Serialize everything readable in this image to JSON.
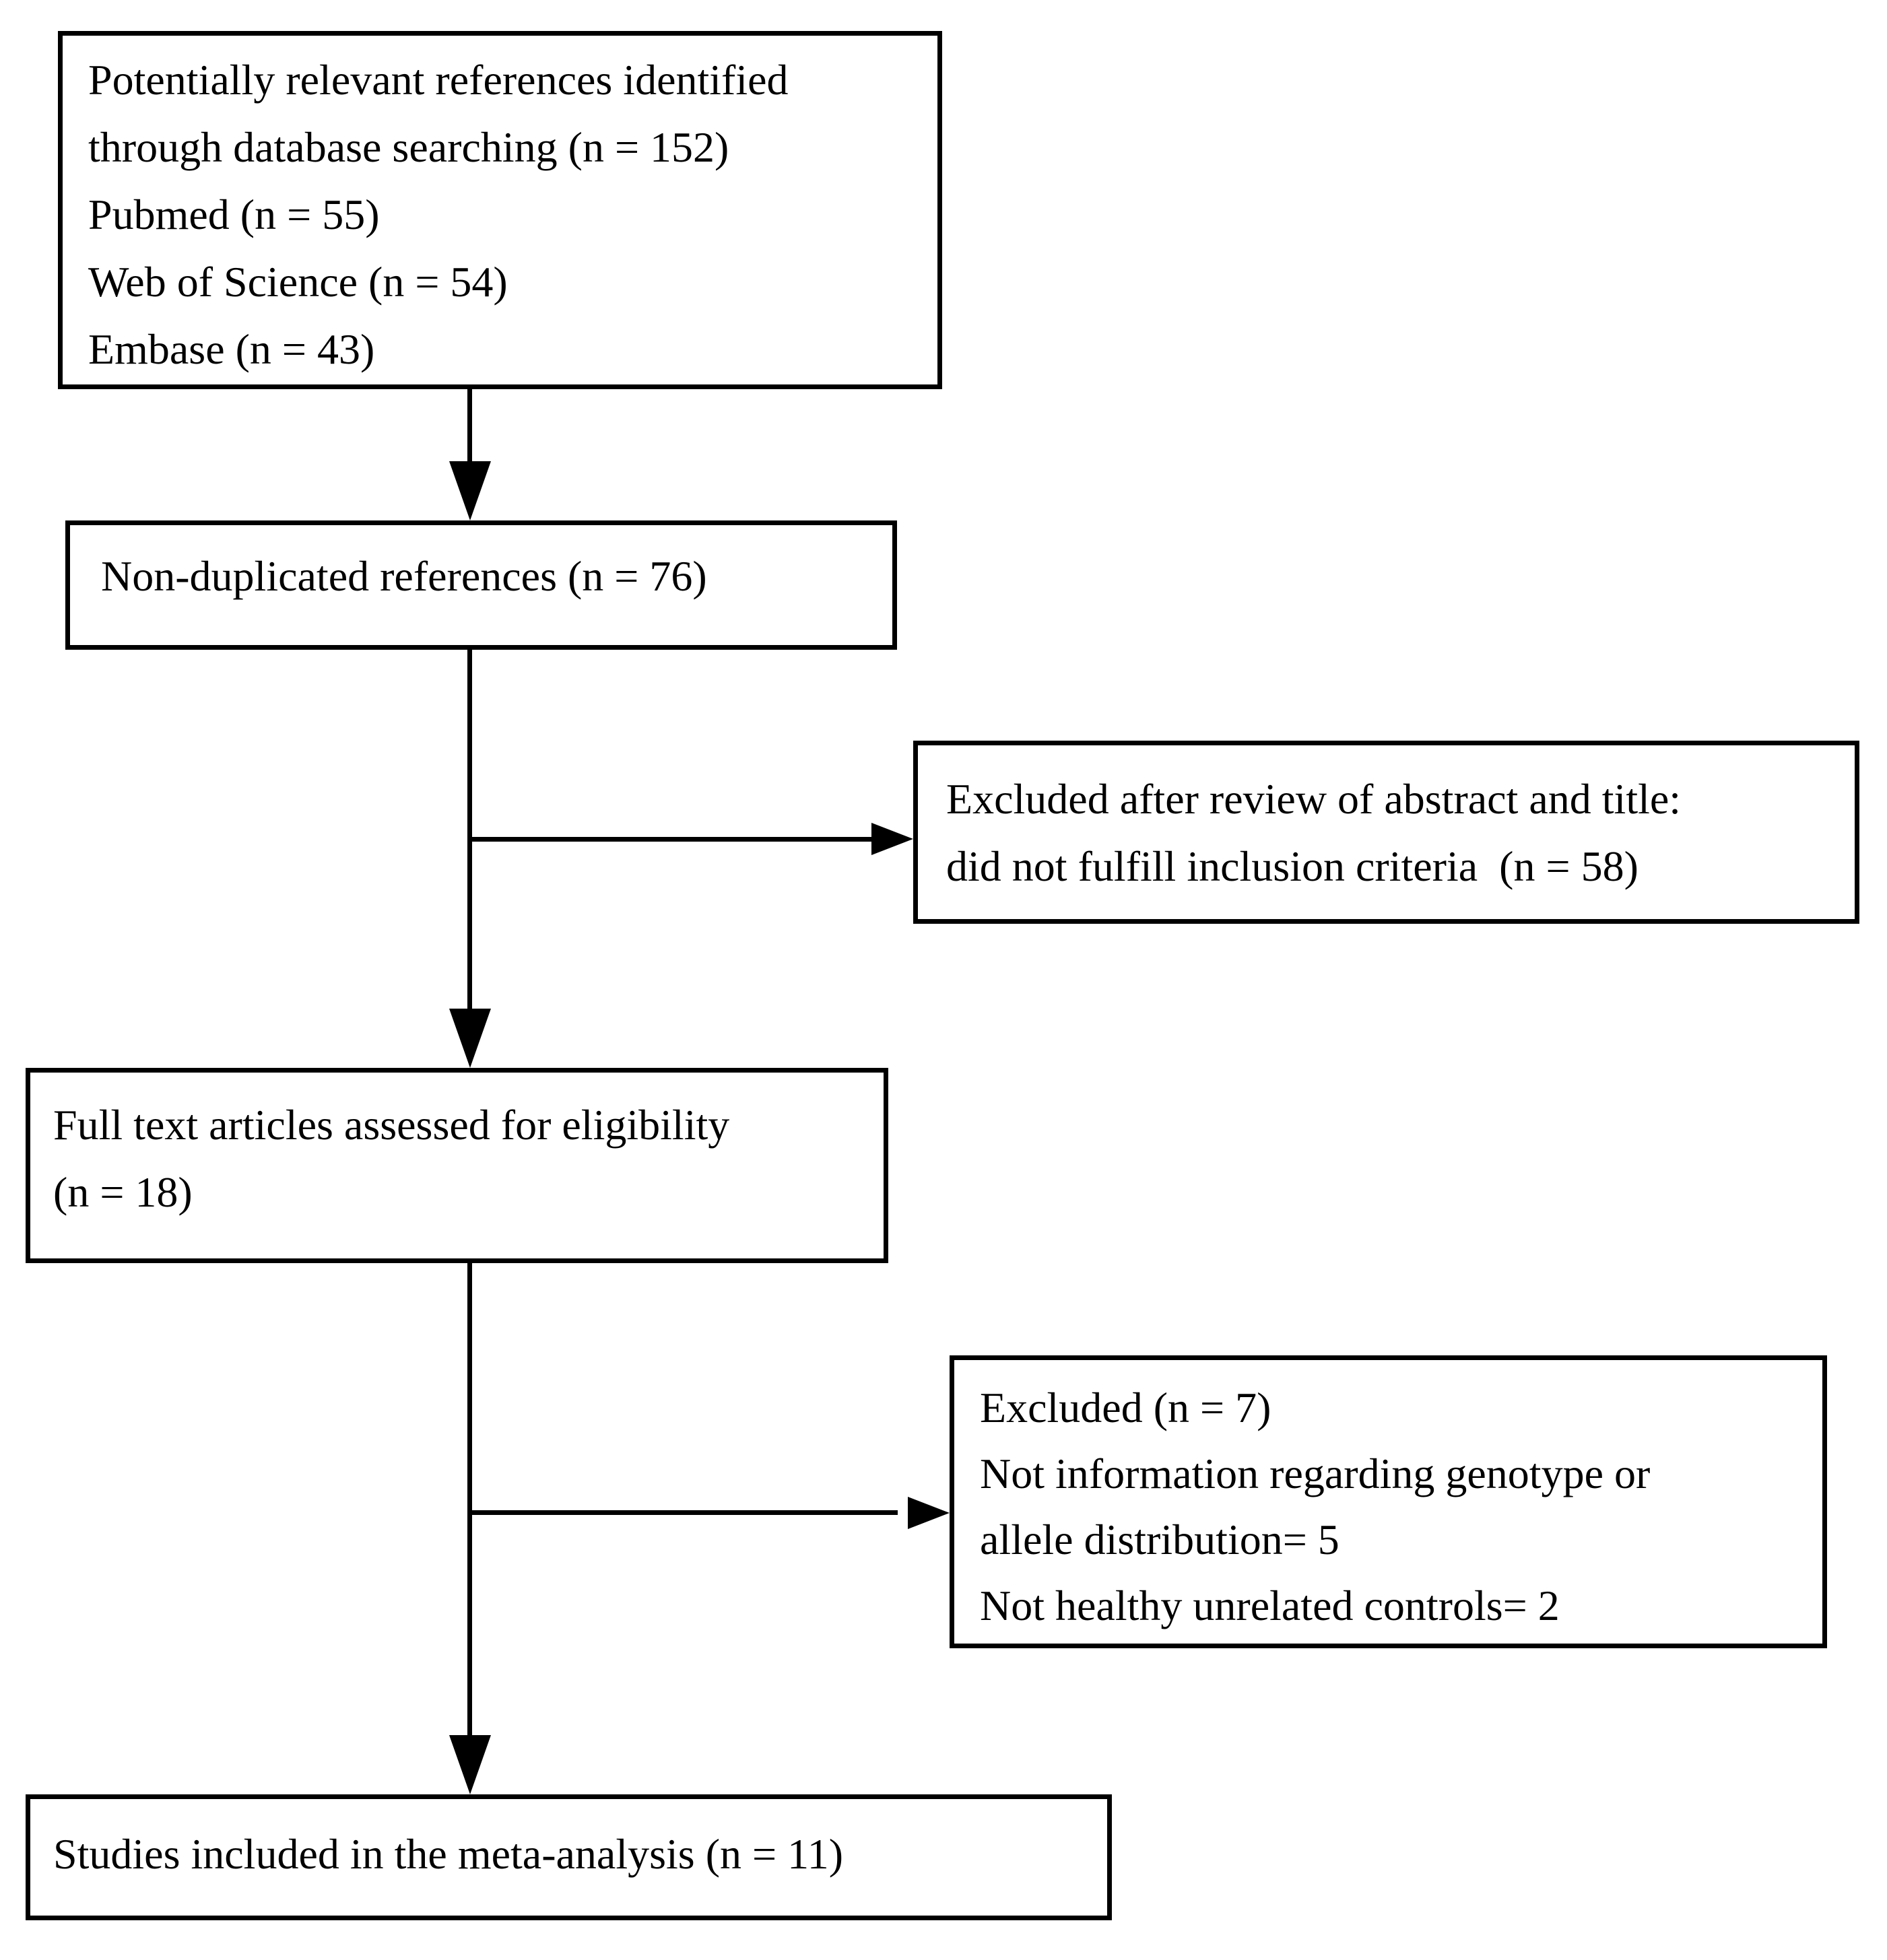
{
  "figure": {
    "type": "flow-diagram",
    "background_color": "#ffffff",
    "line_color": "#000000",
    "text_color": "#000000",
    "boxes": {
      "identification": {
        "lines": [
          "Potentially relevant references identified",
          "through database searching (n = 152)",
          "Pubmed (n = 55)",
          "Web of Science (n = 54)",
          "Embase (n = 43)"
        ]
      },
      "deduplicated": {
        "lines": [
          "Non-duplicated references (n = 76)"
        ]
      },
      "excluded_abstract": {
        "lines": [
          "Excluded after review of abstract and title:",
          "did not fulfill inclusion criteria  (n = 58)"
        ]
      },
      "fulltext": {
        "lines": [
          "Full text articles assessed for eligibility",
          "(n = 18)"
        ]
      },
      "excluded_fulltext": {
        "lines": [
          "Excluded (n = 7)",
          "Not information regarding genotype or",
          "allele distribution= 5",
          "Not healthy unrelated controls= 2"
        ]
      },
      "included": {
        "lines": [
          "Studies included in the meta-analysis (n = 11)"
        ]
      }
    }
  }
}
